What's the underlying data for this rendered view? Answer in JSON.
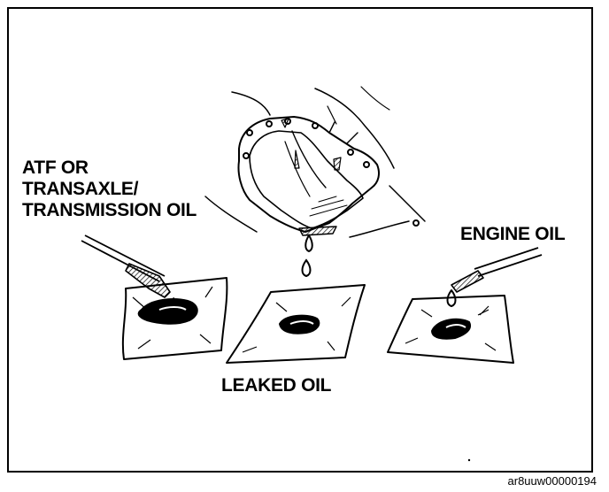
{
  "labels": {
    "atf_line1": "ATF OR",
    "atf_line2": "TRANSAXLE/",
    "atf_line3": "TRANSMISSION OIL",
    "engine_oil": "ENGINE OIL",
    "leaked_oil": "LEAKED OIL"
  },
  "figure_code": "ar8uuw00000194",
  "colors": {
    "ink": "#000000",
    "paper": "#ffffff"
  }
}
